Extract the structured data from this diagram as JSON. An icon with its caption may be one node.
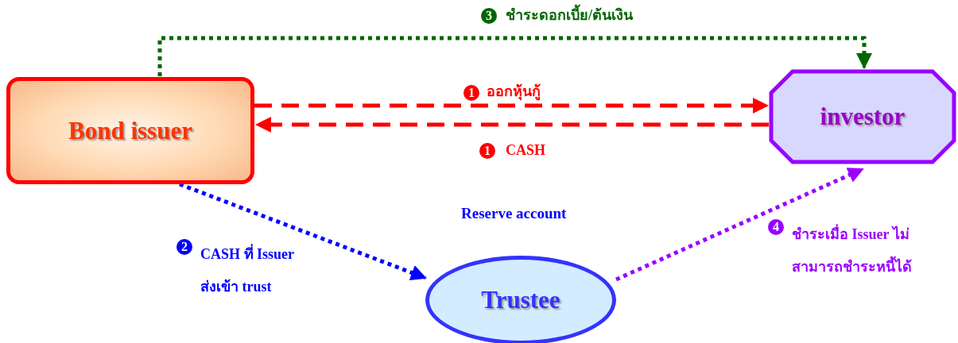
{
  "diagram": {
    "nodes": [
      {
        "text": [
          "Bond issuer"
        ]
      },
      {
        "text": [
          "investor"
        ]
      },
      {
        "text": [
          "Trustee"
        ],
        "beside": [
          "Reserve account"
        ]
      }
    ],
    "edges": [
      {
        "from": 0,
        "to": 1,
        "arrow": "to",
        "label": "ออกหุ้นกู้",
        "style": "dashed",
        "color": "#ff0000"
      },
      {
        "from": 1,
        "to": 0,
        "arrow": "to",
        "label": "CASH",
        "style": "dashed",
        "color": "#ff0000"
      },
      {
        "from": 0,
        "to": 1,
        "arrow": "to",
        "label": "ชำระดอกเบี้ย/ต้นเงิน",
        "color": "#006600"
      },
      {
        "from": 0,
        "to": 2,
        "arrow": "to",
        "label": "CASH ที่ Issuer ส่งเข้า trust",
        "color": "#0000ff"
      },
      {
        "from": 2,
        "to": 1,
        "arrow": "to",
        "label": "ชำระเมื่อ Issuer ไม่สามารถชำระหนี้ได้",
        "color": "#9900ff"
      }
    ],
    "labels": [
      "1",
      "1",
      "3",
      "2",
      "4"
    ]
  }
}
